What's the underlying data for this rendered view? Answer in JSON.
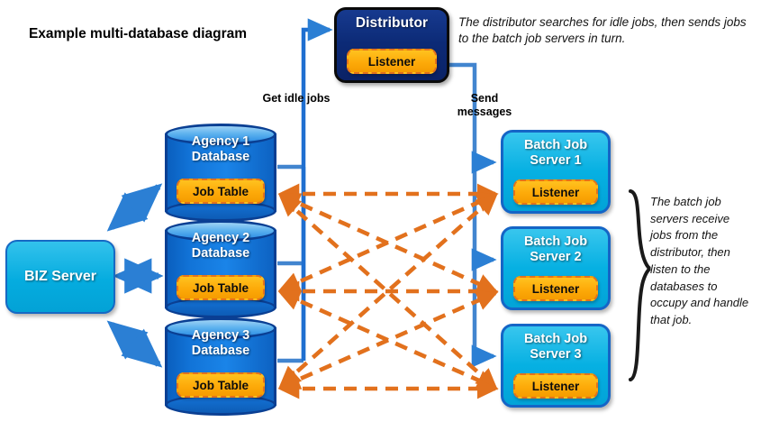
{
  "title": "Example multi-database diagram",
  "colors": {
    "distributor_fill": "#0c2a76",
    "server_fill": "#06b0e2",
    "database_fill": "#1274d8",
    "chip_fill": "#fdaa09",
    "chip_border": "#e2711d",
    "blue_arrow": "#1f6fd0",
    "orange_dashed": "#e2711d"
  },
  "distributor": {
    "name": "Distributor",
    "listener_label": "Listener",
    "note": "The distributor searches for idle jobs, then sends jobs to the batch job servers in turn."
  },
  "biz_server": {
    "name": "BIZ Server"
  },
  "flows": {
    "get_idle_jobs": "Get idle jobs",
    "send_messages": "Send messages"
  },
  "databases": [
    {
      "name": "Agency 1 Database",
      "table_label": "Job Table"
    },
    {
      "name": "Agency 2 Database",
      "table_label": "Job Table"
    },
    {
      "name": "Agency 3 Database",
      "table_label": "Job Table"
    }
  ],
  "batch_job_servers": [
    {
      "name": "Batch Job Server 1",
      "listener_label": "Listener"
    },
    {
      "name": "Batch Job Server 2",
      "listener_label": "Listener"
    },
    {
      "name": "Batch Job Server 3",
      "listener_label": "Listener"
    }
  ],
  "batch_note": "The batch job servers receive jobs from the distributor, then listen to the databases to occupy and handle that job."
}
